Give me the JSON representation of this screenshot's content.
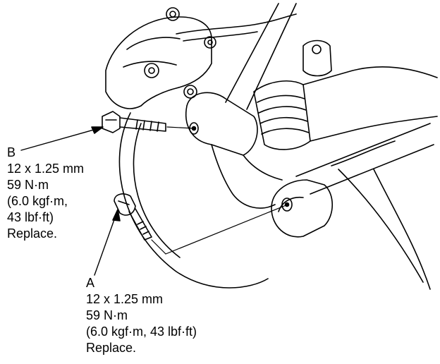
{
  "figure": {
    "title": "",
    "colors": {
      "ink": "#000000",
      "paper": "#ffffff"
    }
  },
  "callouts": {
    "b": {
      "letter": "B",
      "size": "12 x 1.25 mm",
      "torque_nm": "59 N·m",
      "torque_kgf": "(6.0 kgf·m,",
      "torque_lbf": "43 lbf·ft)",
      "note": "Replace."
    },
    "a": {
      "letter": "A",
      "size": "12 x 1.25 mm",
      "torque_nm": "59 N·m",
      "torque_full": "(6.0 kgf·m, 43 lbf·ft)",
      "note": "Replace."
    }
  }
}
